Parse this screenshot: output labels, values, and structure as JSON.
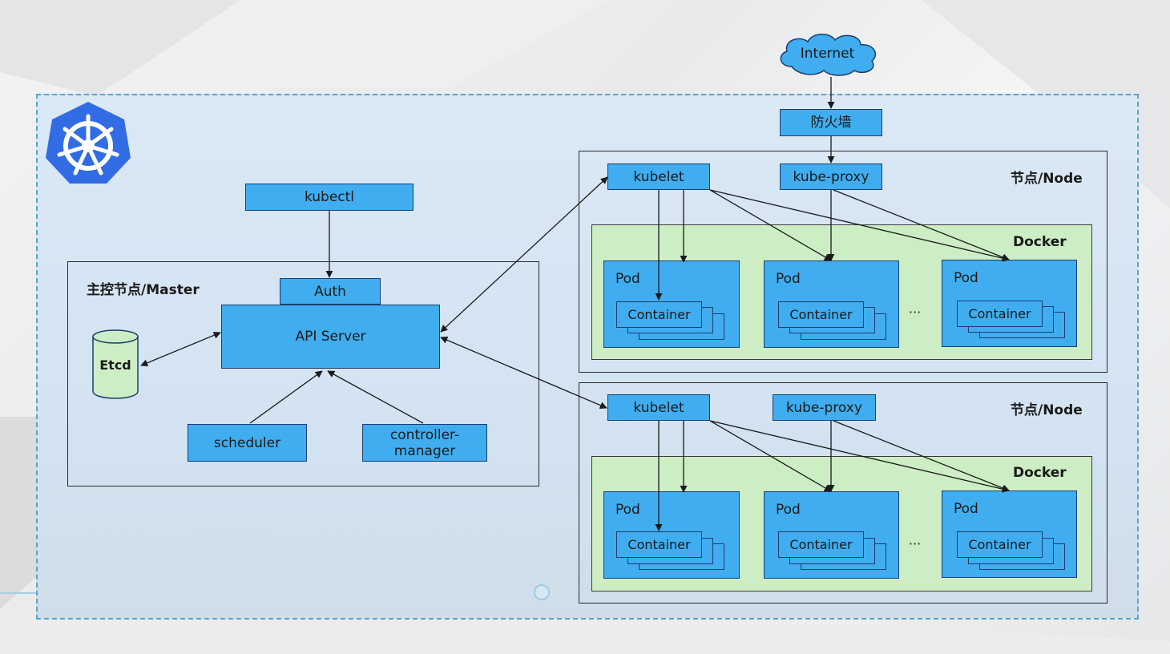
{
  "colors": {
    "component_blue": "#3fadef",
    "docker_green": "#cdeec4",
    "border_dark": "#1c3d6e",
    "outer_dashed": "#5aa3c8",
    "logo_blue": "#326ce5"
  },
  "logo": {
    "icon": "kubernetes-helm-icon"
  },
  "internet": {
    "label": "Internet"
  },
  "firewall": {
    "label": "防火墙"
  },
  "master": {
    "title": "主控节点/Master",
    "kubectl": "kubectl",
    "auth": "Auth",
    "api_server": "API  Server",
    "etcd": "Etcd",
    "scheduler": "scheduler",
    "controller_manager": "controller-\nmanager"
  },
  "nodes": [
    {
      "title": "节点/Node",
      "kubelet": "kubelet",
      "kube_proxy": "kube-proxy",
      "docker": "Docker",
      "pods": [
        {
          "label": "Pod",
          "container": "Container"
        },
        {
          "label": "Pod",
          "container": "Container"
        },
        {
          "label": "Pod",
          "container": "Container"
        }
      ],
      "ellipsis": "···"
    },
    {
      "title": "节点/Node",
      "kubelet": "kubelet",
      "kube_proxy": "kube-proxy",
      "docker": "Docker",
      "pods": [
        {
          "label": "Pod",
          "container": "Container"
        },
        {
          "label": "Pod",
          "container": "Container"
        },
        {
          "label": "Pod",
          "container": "Container"
        }
      ],
      "ellipsis": "···"
    }
  ]
}
